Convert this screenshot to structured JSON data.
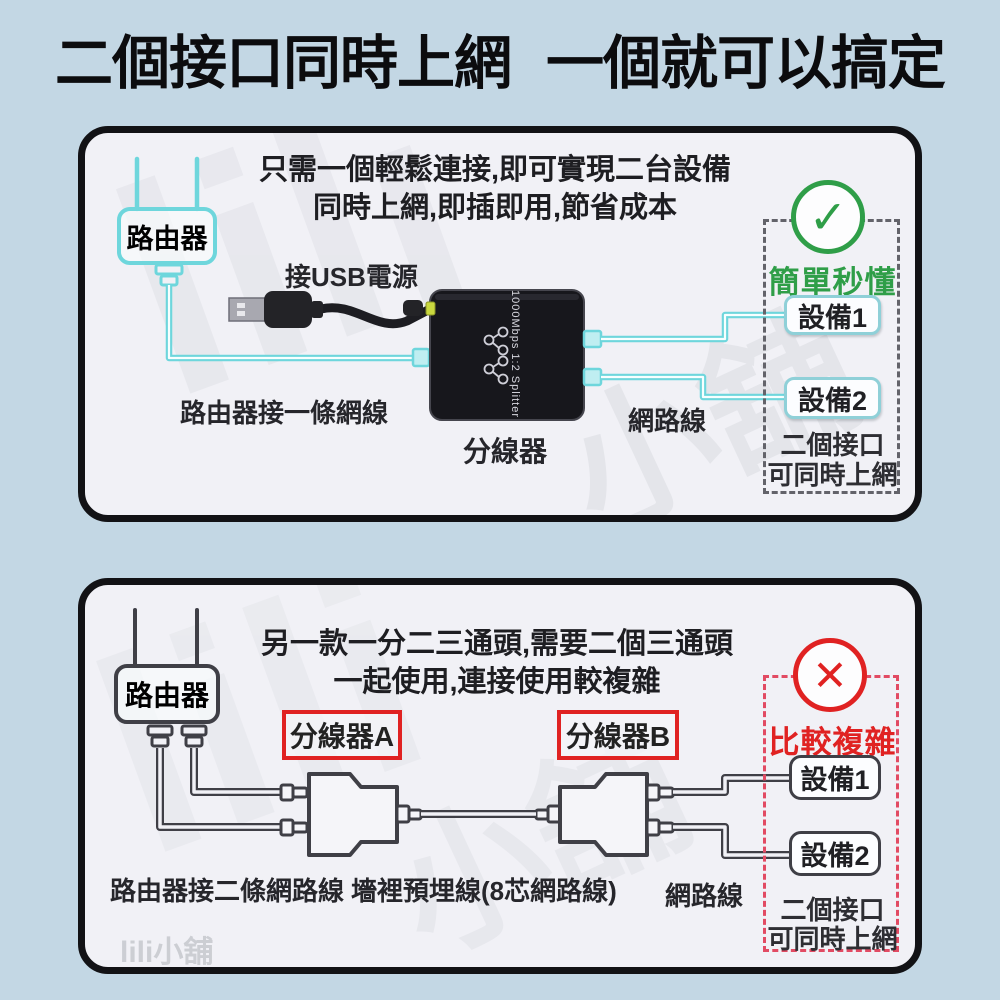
{
  "title": "二個接口同時上網 一個就可以搞定",
  "colors": {
    "page-bg": "#c3d7e4",
    "panel-bg": "#f1f1f6",
    "cyan": "#6ed6dc",
    "green": "#2f9e48",
    "red": "#e02222",
    "red-dash": "#e24b63",
    "outline": "#3f3f46"
  },
  "watermark": {
    "big": "lili",
    "side": "小舖",
    "corner": "lili小舖"
  },
  "top_panel": {
    "desc_line1": "只需一個輕鬆連接,即可實現二台設備",
    "desc_line2": "同時上網,即插即用,節省成本",
    "router_label": "路由器",
    "usb_label": "接USB電源",
    "router_cable_label": "路由器接一條網線",
    "splitter_label": "分線器",
    "splitter_device_text": "1000Mbps 1:2 Splitter",
    "network_cable_label": "網路線",
    "check_glyph": "✓",
    "verdict": "簡單秒懂",
    "device1_label": "設備1",
    "device2_label": "設備2",
    "note_line1": "二個接口",
    "note_line2": "可同時上網"
  },
  "bottom_panel": {
    "desc_line1": "另一款一分二三通頭,需要二個三通頭",
    "desc_line2": "一起使用,連接使用較複雜",
    "router_label": "路由器",
    "splitter_a_label": "分線器A",
    "splitter_b_label": "分線器B",
    "router_cable_label": "路由器接二條網路線",
    "wall_cable_label": "墻裡預埋線(8芯網路線)",
    "network_cable_label": "網路線",
    "cross_glyph": "✕",
    "verdict": "比較複雜",
    "device1_label": "設備1",
    "device2_label": "設備2",
    "note_line1": "二個接口",
    "note_line2": "可同時上網"
  }
}
